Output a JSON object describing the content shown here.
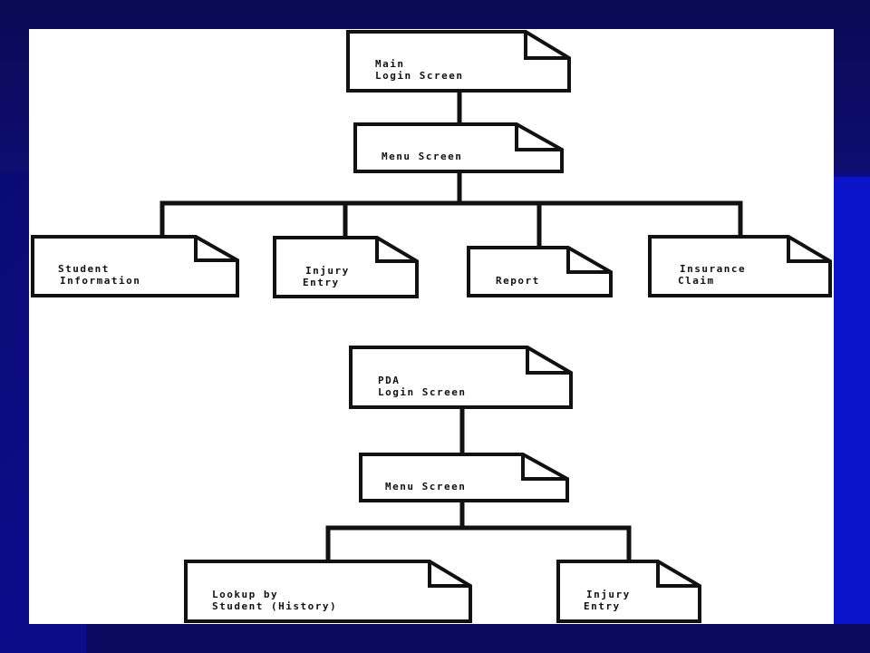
{
  "slide": {
    "colors": {
      "background": "#0a0a7c",
      "accent": "#0a14c8",
      "canvas": "#ffffff",
      "stroke": "#111111"
    }
  },
  "diagram": {
    "main_tree": {
      "root": {
        "line1": "Main",
        "line2": "Login Screen"
      },
      "menu": {
        "line1": "Menu Screen"
      },
      "children": [
        {
          "line1": "Student",
          "line2": "Information"
        },
        {
          "line1": "Injury",
          "line2": "Entry"
        },
        {
          "line1": "Report"
        },
        {
          "line1": "Insurance",
          "line2": "Claim"
        }
      ]
    },
    "pda_tree": {
      "root": {
        "line1": "PDA",
        "line2": "Login Screen"
      },
      "menu": {
        "line1": "Menu Screen"
      },
      "children": [
        {
          "line1": "Lookup by",
          "line2": "Student (History)"
        },
        {
          "line1": "Injury",
          "line2": "Entry"
        }
      ]
    }
  }
}
